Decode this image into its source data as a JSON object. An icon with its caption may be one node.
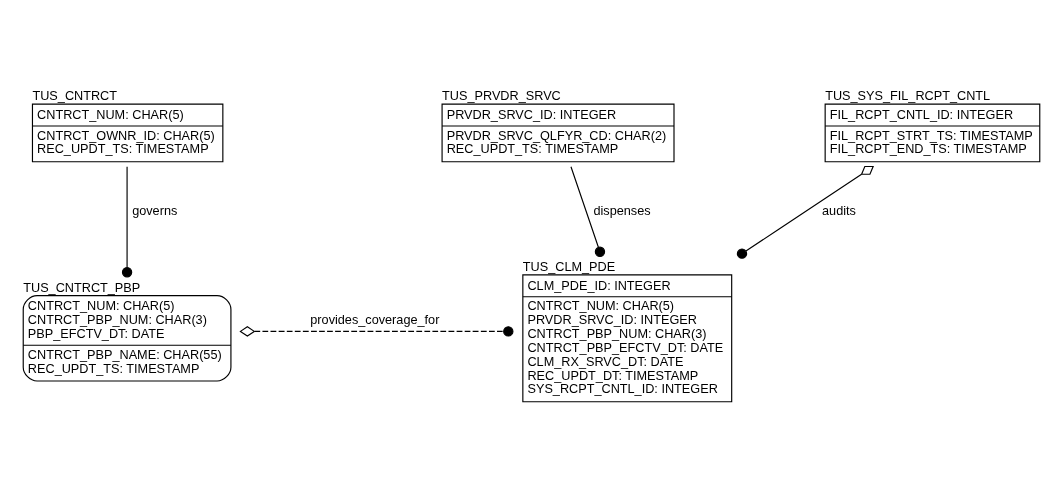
{
  "diagram": {
    "nodes": [
      {
        "text": [
          "TUS_CNTRCT",
          "CNTRCT_NUM: CHAR(5)",
          "CNTRCT_OWNR_ID: CHAR(5)",
          "REC_UPDT_TS: TIMESTAMP"
        ]
      },
      {
        "text": [
          "TUS_PRVDR_SRVC",
          "PRVDR_SRVC_ID: INTEGER",
          "PRVDR_SRVC_QLFYR_CD: CHAR(2)",
          "REC_UPDT_TS: TIMESTAMP"
        ]
      },
      {
        "text": [
          "TUS_CNTRCT_PBP",
          "CNTRCT_NUM: CHAR(5)",
          "CNTRCT_PBP_NUM: CHAR(3)",
          "PBP_EFCTV_DT: DATE",
          "CNTRCT_PBP_NAME: CHAR(55)",
          "REC_UPDT_TS: TIMESTAMP"
        ]
      },
      {
        "text": [
          "TUS_CLM_PDE",
          "CLM_PDE_ID: INTEGER",
          "CNTRCT_NUM: CHAR(5)",
          "PRVDR_SRVC_ID: INTEGER",
          "CNTRCT_PBP_NUM: CHAR(3)",
          "CNTRCT_PBP_EFCTV_DT: DATE",
          "CLM_RX_SRVC_DT: DATE",
          "REC_UPDT_DT: TIMESTAMP",
          "SYS_RCPT_CNTL_ID: INTEGER"
        ]
      },
      {
        "text": [
          "TUS_SYS_FIL_RCPT_CNTL",
          "FIL_RCPT_CNTL_ID: INTEGER",
          "FIL_RCPT_STRT_TS: TIMESTAMP",
          "FIL_RCPT_END_TS: TIMESTAMP"
        ]
      }
    ],
    "edges": [
      {
        "from": 0,
        "to": 2,
        "arrow": "other",
        "label": "governs"
      },
      {
        "from": 1,
        "to": 3,
        "arrow": "other",
        "label": "dispenses"
      },
      {
        "from": 2,
        "to": 3,
        "arrow": "other",
        "label": "provides_coverage_for",
        "style": "dashed"
      },
      {
        "from": 4,
        "to": 3,
        "arrow": "other",
        "label": "audits"
      }
    ]
  }
}
